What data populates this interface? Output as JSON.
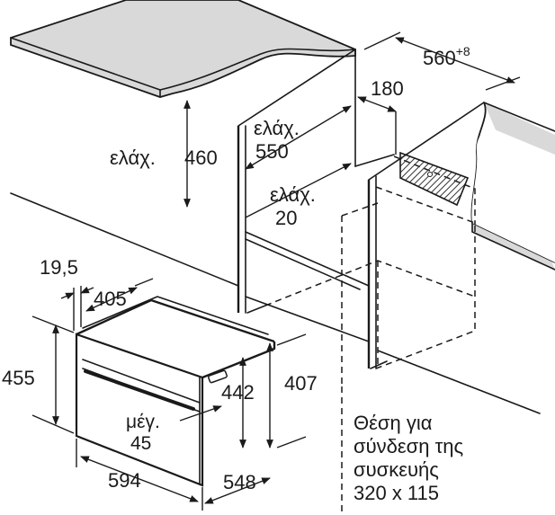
{
  "labels": {
    "depth_niche": "560",
    "depth_niche_tol": "+8",
    "gap_180": "180",
    "min_label_1": "ελάχ.",
    "min_550": "550",
    "min_label_2": "ελάχ.",
    "min_460": "460",
    "min_label_3": "ελάχ.",
    "min_20": "20",
    "dim_19_5": "19,5",
    "dim_405": "405",
    "dim_455": "455",
    "dim_442": "442",
    "dim_407": "407",
    "max_label": "μέγ.",
    "max_45": "45",
    "dim_594": "594",
    "dim_548": "548",
    "conn_line1": "Θέση για",
    "conn_line2": "σύνδεση της",
    "conn_line3": "συσκευής",
    "conn_line4": "320 x 115"
  },
  "colors": {
    "line": "#1a1a1a",
    "worktop": "#d9d9d9",
    "hatch": "#444444",
    "background": "#ffffff"
  }
}
